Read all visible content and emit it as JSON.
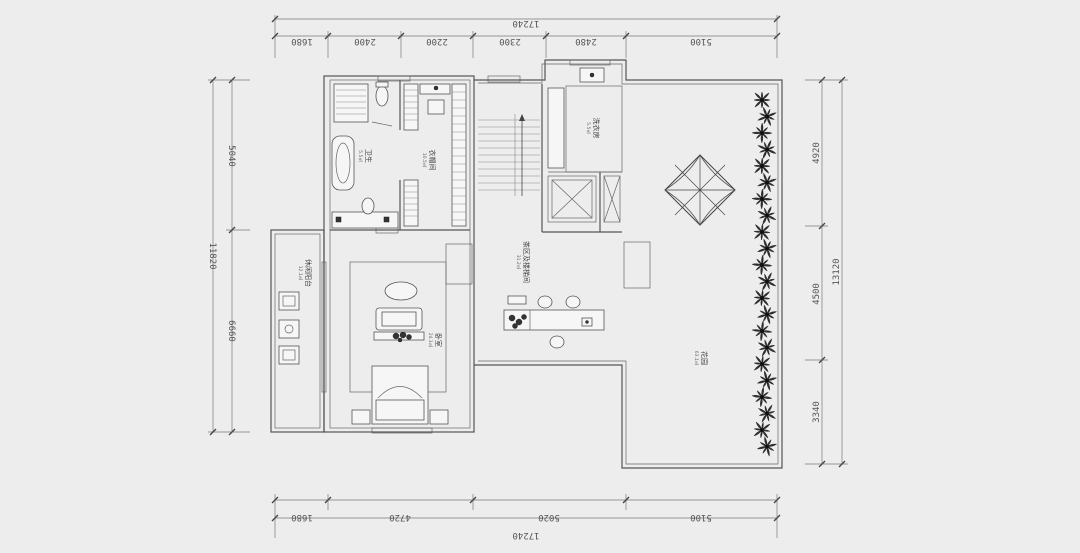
{
  "dimensions": {
    "top_total": "17240",
    "top_segments": [
      "1680",
      "2400",
      "2200",
      "2300",
      "2480",
      "5100"
    ],
    "bottom_segments": [
      "1680",
      "4720",
      "5020",
      "5100"
    ],
    "bottom_total": "17240",
    "left_total": "11820",
    "left_segments": [
      "5040",
      "6660"
    ],
    "right_total": "13120",
    "right_segments": [
      "4920",
      "4500",
      "3340"
    ]
  },
  "rooms": {
    "bath": {
      "name": "卫生",
      "area": "5.5㎡"
    },
    "wardrobe": {
      "name": "衣帽间",
      "area": "10.5㎡"
    },
    "laundry": {
      "name": "洗衣房",
      "area": "5.5㎡"
    },
    "terrace": {
      "name": "休闲阳台",
      "area": "12.1㎡"
    },
    "bedroom": {
      "name": "卧室",
      "area": "24.1㎡"
    },
    "tea": {
      "name": "茶区及楼梯间",
      "area": "31.2㎡"
    },
    "garden": {
      "name": "花园",
      "area": "63.1㎡"
    }
  },
  "colors": {
    "background": "#ededed",
    "line": "#555555"
  }
}
